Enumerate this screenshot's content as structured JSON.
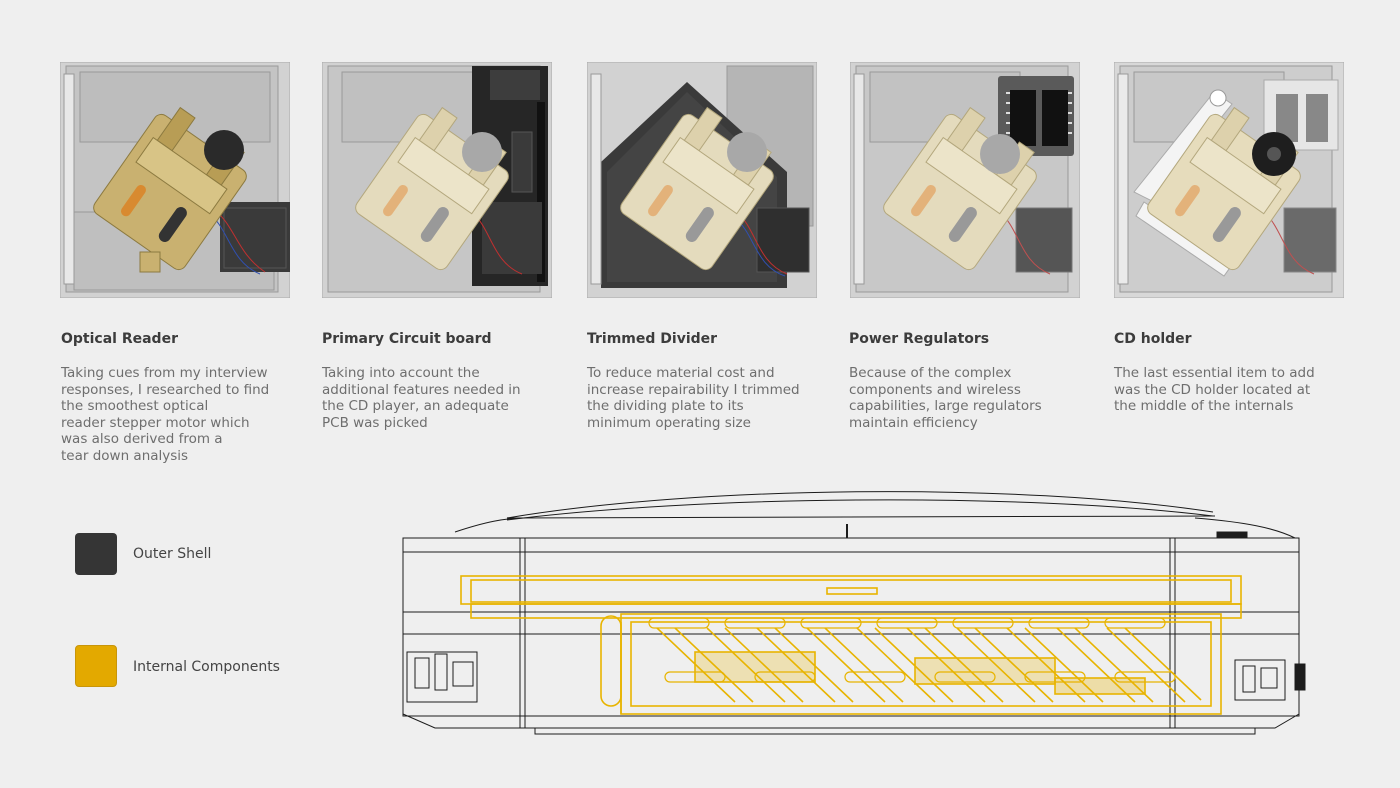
{
  "steps": [
    {
      "title": "Optical Reader",
      "text": "Taking cues from my interview\nresponses, I researched to find\nthe smoothest optical\nreader stepper motor which\nwas also derived from a\ntear down analysis"
    },
    {
      "title": "Primary Circuit board",
      "text": "Taking into account the\nadditional features needed in\nthe CD player, an adequate\nPCB was picked"
    },
    {
      "title": "Trimmed Divider",
      "text": "To reduce material cost and\nincrease repairability I trimmed\nthe dividing plate to its\nminimum operating size"
    },
    {
      "title": "Power Regulators",
      "text": "Because of the complex\ncomponents and wireless\ncapabilities, large regulators\nmaintain efficiency"
    },
    {
      "title": "CD holder",
      "text": "The last essential item to add\nwas the CD holder located at\nthe middle of the internals"
    }
  ],
  "legend": {
    "outer_shell": {
      "label": "Outer Shell",
      "color": "#353535"
    },
    "internal_components": {
      "label": "Internal Components",
      "color": "#e3a900"
    }
  },
  "colors": {
    "background": "#efefef",
    "wireframe": "#1c1c1c",
    "highlight": "#e8b400",
    "reader_gold": "#c9b170",
    "reader_light": "#e6dcbc",
    "plate_grey": "#b4b4b4",
    "pcb_dark": "#262626"
  }
}
